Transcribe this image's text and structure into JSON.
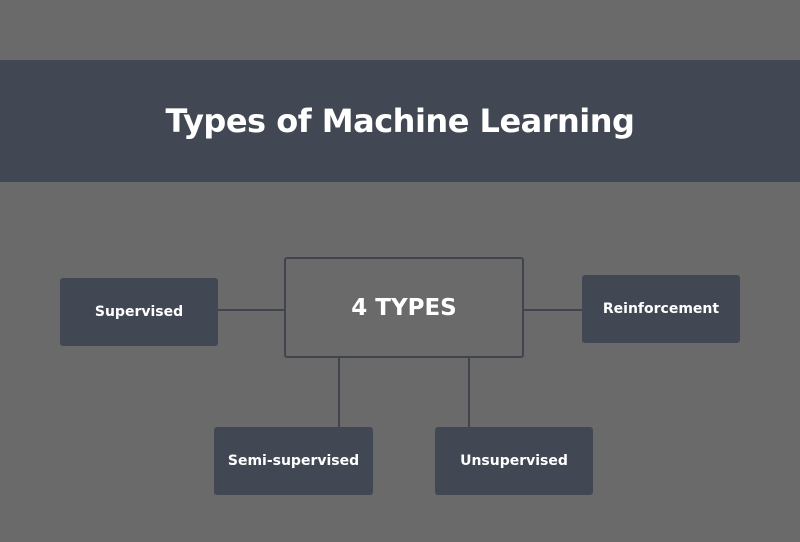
{
  "title": "Types of Machine Learning",
  "center": {
    "label": "4 TYPES"
  },
  "types": {
    "supervised": "Supervised",
    "reinforcement": "Reinforcement",
    "semi_supervised": "Semi-supervised",
    "unsupervised": "Unsupervised"
  },
  "colors": {
    "background": "#6a6a6a",
    "panel": "#424853",
    "text": "#ffffff",
    "connector": "#3f444d"
  }
}
